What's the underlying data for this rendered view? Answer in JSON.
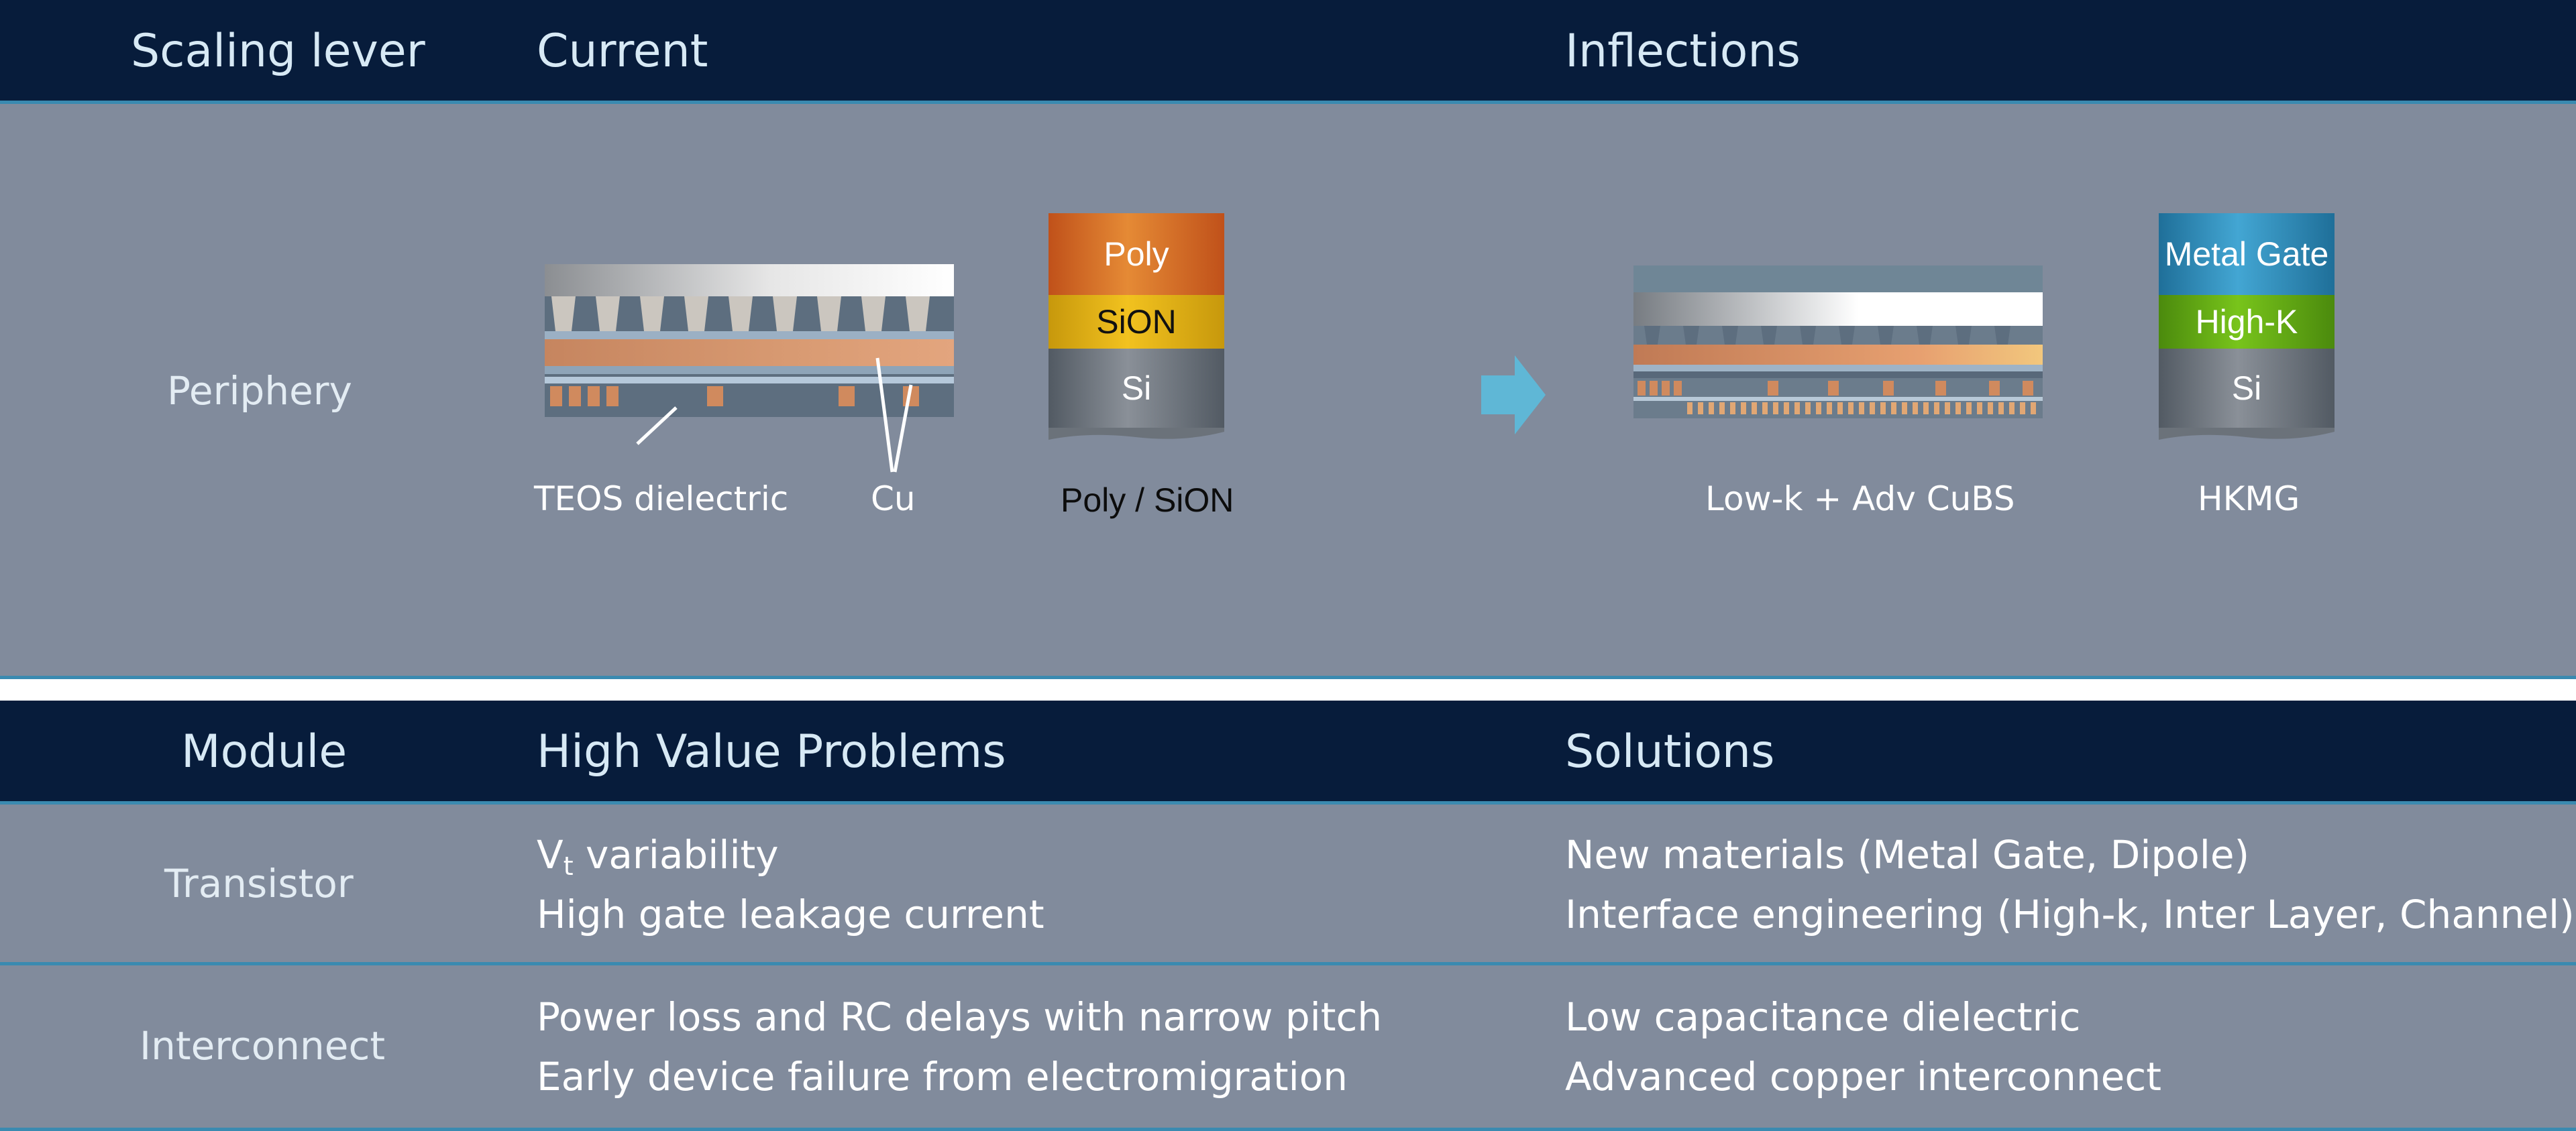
{
  "top_table": {
    "headers": {
      "lever": "Scaling lever",
      "current": "Current",
      "inflections": "Inflections"
    },
    "row_label": "Periphery",
    "current": {
      "interconnect_labels": {
        "dielectric": "TEOS dielectric",
        "metal": "Cu"
      },
      "gate_stack": {
        "layers": [
          "Poly",
          "SiON",
          "Si"
        ],
        "caption": "Poly / SiON"
      }
    },
    "inflections": {
      "interconnect_caption": "Low-k + Adv CuBS",
      "gate_stack": {
        "layers": [
          "Metal Gate",
          "High-K",
          "Si"
        ],
        "caption": "HKMG"
      }
    }
  },
  "bottom_table": {
    "headers": {
      "module": "Module",
      "problems": "High Value Problems",
      "solutions": "Solutions"
    },
    "rows": [
      {
        "module": "Transistor",
        "problems": [
          {
            "main": "V",
            "sub": "t",
            "rest": " variability"
          },
          {
            "text": "High gate leakage current"
          }
        ],
        "solutions": [
          "New materials (Metal Gate, Dipole)",
          "Interface engineering (High-k, Inter Layer, Channel)"
        ]
      },
      {
        "module": "Interconnect",
        "problems": [
          {
            "text": "Power loss and RC delays with narrow pitch"
          },
          {
            "text": "Early device failure from electromigration"
          }
        ],
        "solutions": [
          "Low capacitance dielectric",
          "Advanced copper interconnect"
        ]
      }
    ]
  },
  "colors": {
    "header_bg": "#071c3b",
    "body_bg": "#818b9c",
    "rule": "#3a8ab0",
    "arrow": "#5fb7d6"
  }
}
